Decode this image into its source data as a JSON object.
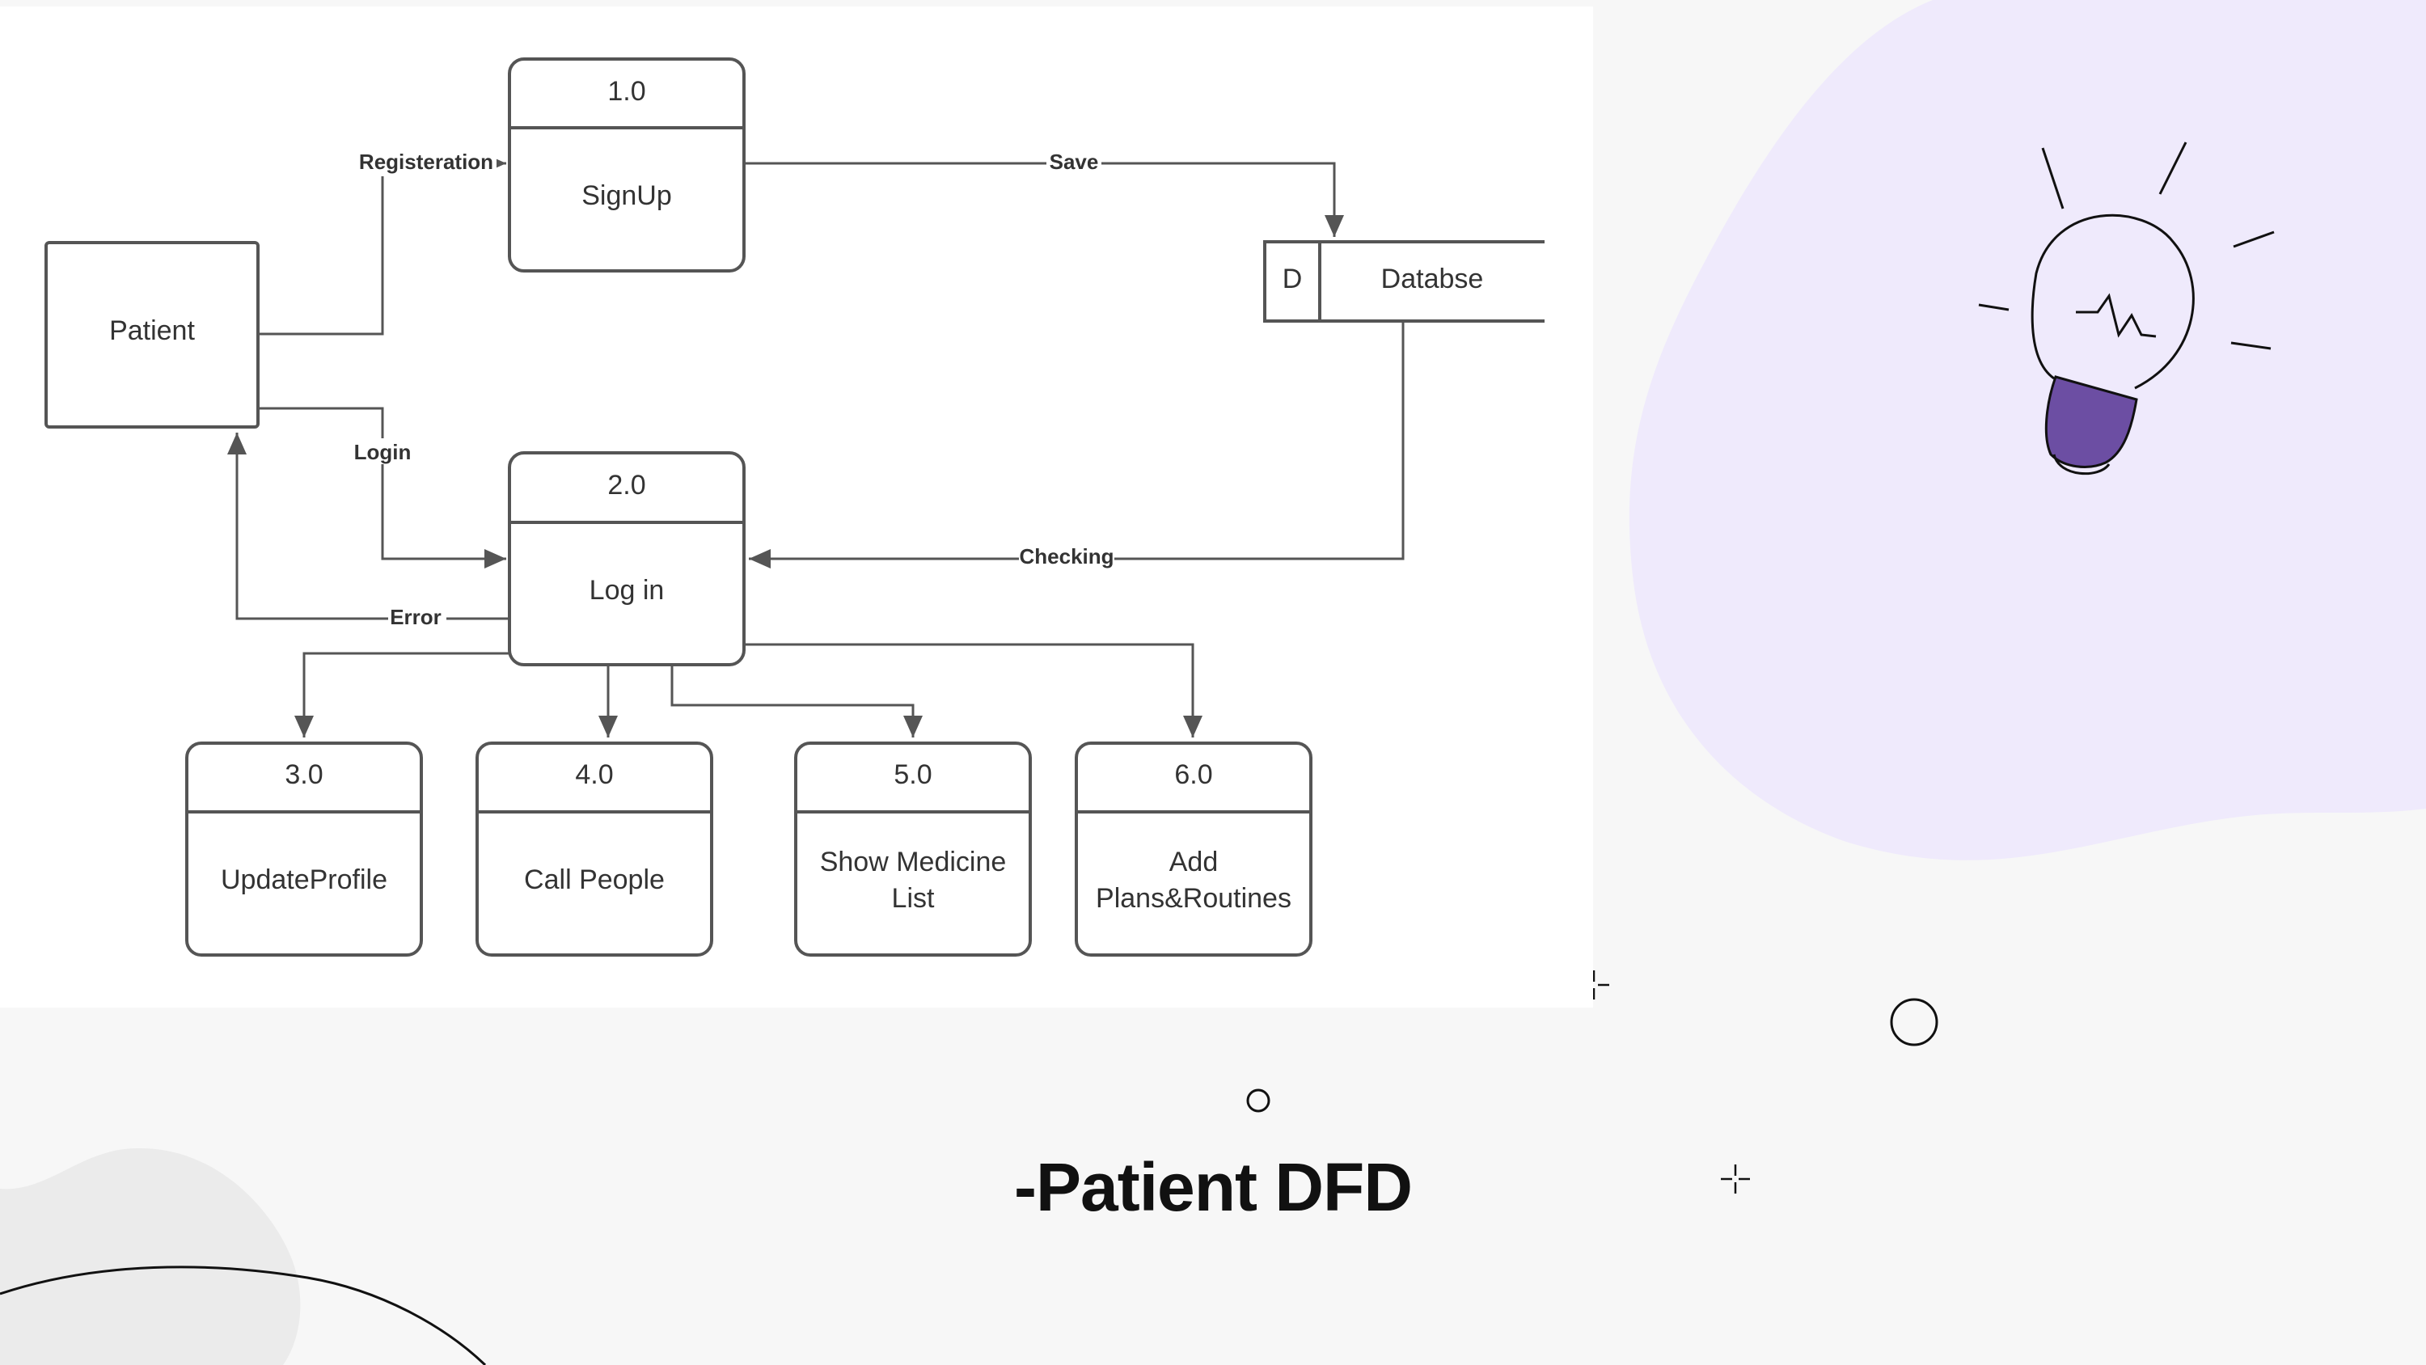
{
  "slide": {
    "title": "-Patient DFD"
  },
  "colors": {
    "blob": "#efeafc",
    "blob_gray": "#ebebeb",
    "bulb_base": "#6c4ea3",
    "stroke": "#555555"
  },
  "diagram": {
    "external_entity": {
      "label": "Patient"
    },
    "data_store": {
      "id": "D",
      "label": "Databse"
    },
    "processes": [
      {
        "number": "1.0",
        "label": "SignUp"
      },
      {
        "number": "2.0",
        "label": "Log in"
      },
      {
        "number": "3.0",
        "label": "UpdateProfile"
      },
      {
        "number": "4.0",
        "label": "Call People"
      },
      {
        "number": "5.0",
        "label_line1": "Show Medicine",
        "label_line2": "List"
      },
      {
        "number": "6.0",
        "label_line1": "Add",
        "label_line2": "Plans&Routines"
      }
    ],
    "flows": {
      "registration": "Registeration",
      "save": "Save",
      "login": "Login",
      "checking": "Checking",
      "error": "Error"
    }
  }
}
